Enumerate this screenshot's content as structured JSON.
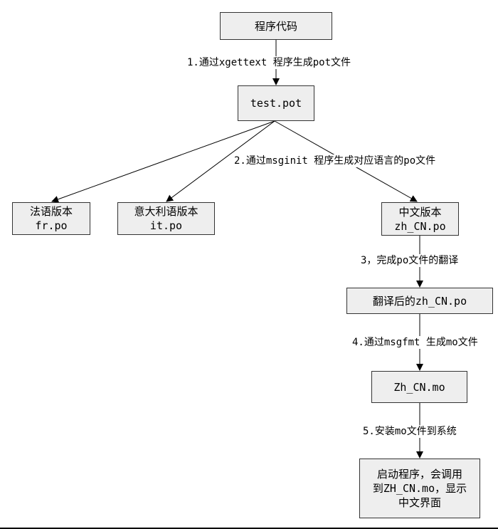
{
  "nodes": {
    "source": {
      "lines": [
        "程序代码"
      ]
    },
    "pot": {
      "lines": [
        "test.pot"
      ]
    },
    "fr": {
      "lines": [
        "法语版本",
        "fr.po"
      ]
    },
    "it": {
      "lines": [
        "意大利语版本",
        "it.po"
      ]
    },
    "zh": {
      "lines": [
        "中文版本",
        "zh_CN.po"
      ]
    },
    "translated": {
      "lines": [
        "翻译后的zh_CN.po"
      ]
    },
    "mo": {
      "lines": [
        "Zh_CN.mo"
      ]
    },
    "run": {
      "lines": [
        "启动程序，会调用",
        "到ZH_CN.mo，显示",
        "中文界面"
      ]
    }
  },
  "steps": {
    "step1": "1.通过xgettext 程序生成pot文件",
    "step2": "2.通过msginit 程序生成对应语言的po文件",
    "step3": "3，完成po文件的翻译",
    "step4": "4.通过msgfmt 生成mo文件",
    "step5": "5.安装mo文件到系统"
  }
}
